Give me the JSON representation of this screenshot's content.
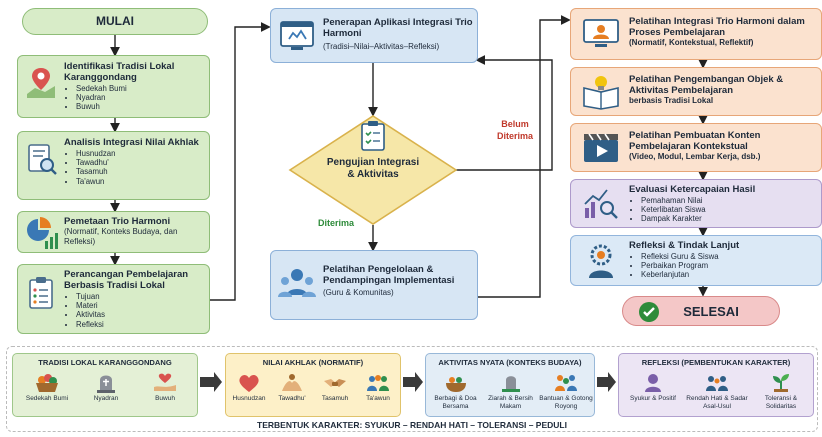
{
  "start": "MULAI",
  "left_steps": [
    {
      "title": "Identifikasi Tradisi Lokal Karanggondang",
      "items": [
        "Sedekah Bumi",
        "Nyadran",
        "Buwuh"
      ],
      "icon": "map-pin-icon"
    },
    {
      "title": "Analisis Integrasi Nilai Akhlak",
      "items": [
        "Husnudzan",
        "Tawadhu'",
        "Tasamuh",
        "Ta'awun"
      ],
      "icon": "search-document-icon"
    },
    {
      "title": "Pemetaan Trio Harmoni",
      "subtitle": "(Normatif, Konteks Budaya, dan Refleksi)",
      "icon": "pie-chart-icon"
    },
    {
      "title": "Perancangan Pembelajaran Berbasis Tradisi Lokal",
      "items": [
        "Tujuan",
        "Materi",
        "Aktivitas",
        "Refleksi"
      ],
      "icon": "clipboard-icon"
    }
  ],
  "center": {
    "apply_title": "Penerapan Aplikasi Integrasi Trio Harmoni",
    "apply_sub": "(Tradisi–Nilai–Aktivitas–Refleksi)",
    "decision": "Pengujian Integrasi & Aktivitas",
    "not_accepted": "Belum Diterima",
    "accepted": "Diterima",
    "assist_title": "Pelatihan Pengelolaan & Pendampingan Implementasi",
    "assist_sub": "(Guru & Komunitas)"
  },
  "right_steps": [
    {
      "title": "Pelatihan Integrasi Trio Harmoni dalam Proses Pembelajaran",
      "subtitle": "(Normatif, Kontekstual, Reflektif)",
      "icon": "monitor-icon"
    },
    {
      "title": "Pelatihan Pengembangan Objek & Aktivitas Pembelajaran",
      "subtitle": "berbasis Tradisi Lokal",
      "icon": "book-bulb-icon"
    },
    {
      "title": "Pelatihan Pembuatan Konten Pembelajaran Kontekstual",
      "subtitle": "(Video, Modul, Lembar Kerja, dsb.)",
      "icon": "video-icon"
    },
    {
      "title": "Evaluasi Ketercapaian Hasil",
      "items": [
        "Pemahaman Nilai",
        "Keterlibatan Siswa",
        "Dampak Karakter"
      ],
      "icon": "chart-magnifier-icon"
    },
    {
      "title": "Refleksi & Tindak Lanjut",
      "items": [
        "Refleksi Guru & Siswa",
        "Perbaikan Program",
        "Keberlanjutan"
      ],
      "icon": "person-gear-icon"
    }
  ],
  "end": "SELESAI",
  "bottom": {
    "panels": [
      {
        "title": "TRADISI LOKAL KARANGGONDANG",
        "items": [
          "Sedekah Bumi",
          "Nyadran",
          "Buwuh"
        ]
      },
      {
        "title": "NILAI AKHLAK (NORMATIF)",
        "items": [
          "Husnudzan",
          "Tawadhu'",
          "Tasamuh",
          "Ta'awun"
        ]
      },
      {
        "title": "AKTIVITAS NYATA (KONTEKS BUDAYA)",
        "items": [
          "Berbagi & Doa Bersama",
          "Ziarah & Bersih Makam",
          "Bantuan & Gotong Royong"
        ]
      },
      {
        "title": "REFLEKSI (PEMBENTUKAN KARAKTER)",
        "items": [
          "Syukur & Positif",
          "Rendah Hati & Sadar Asal-Usul",
          "Toleransi & Solidaritas"
        ]
      }
    ],
    "footer": "TERBENTUK KARAKTER: SYUKUR – RENDAH HATI – TOLERANSI – PEDULI"
  },
  "colors": {
    "green": "#d8ecc8",
    "blue": "#d7e6f4",
    "orange": "#fbe2cf",
    "purple": "#e6dff1",
    "diamond": "#f6e7a8",
    "not_accepted": "#c0392b",
    "accepted": "#2e8b3a",
    "end": "#f4c7c7"
  }
}
